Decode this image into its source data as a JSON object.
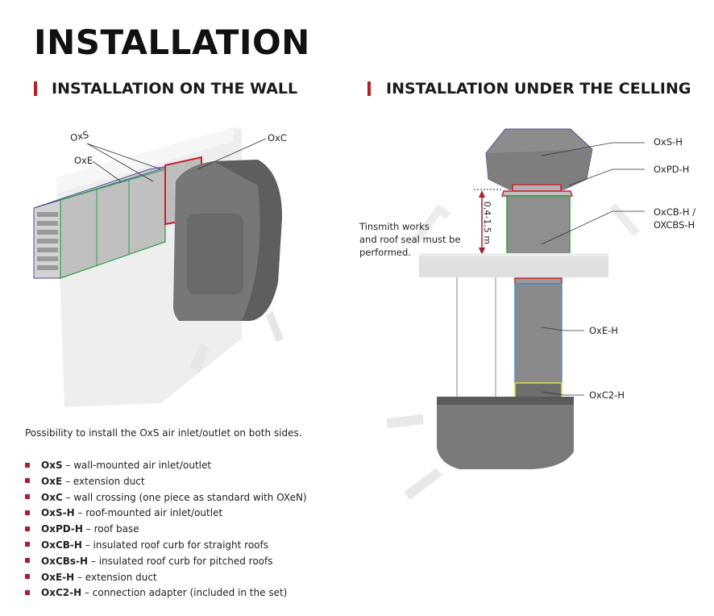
{
  "page_title": "INSTALLATION",
  "sections": {
    "wall": {
      "title": "INSTALLATION ON THE WALL"
    },
    "ceiling": {
      "title": "INSTALLATION UNDER THE CELLING"
    }
  },
  "wall_labels": {
    "oxs": "OxS",
    "oxe": "OxE",
    "oxc": "OxC"
  },
  "ceiling_labels": {
    "oxs_h": "OxS-H",
    "oxpd_h": "OxPD-H",
    "oxcb_h_line1": "OxCB-H /",
    "oxcb_h_line2": "OXCBS-H",
    "oxe_h": "OxE-H",
    "oxc2_h": "OxC2-H",
    "dimension": "0,4-1,5 m"
  },
  "note": {
    "line1": "Tinsmith works",
    "line2": "and roof seal must be",
    "line3": "performed."
  },
  "intro": "Possibility to install the OxS air inlet/outlet on both sides.",
  "legend": [
    {
      "code": "OxS",
      "desc": " – wall-mounted air inlet/outlet"
    },
    {
      "code": "OxE",
      "desc": " – extension duct"
    },
    {
      "code": "OxC",
      "desc": " – wall crossing (one piece as standard with OXeN)"
    },
    {
      "code": "OxS-H",
      "desc": " – roof-mounted air inlet/outlet"
    },
    {
      "code": "OxPD-H",
      "desc": " – roof base"
    },
    {
      "code": "OxCB-H",
      "desc": " – insulated roof curb for straight roofs"
    },
    {
      "code": "OxCBs-H",
      "desc": " – insulated roof curb for pitched roofs"
    },
    {
      "code": "OxE-H",
      "desc": " – extension duct"
    },
    {
      "code": "OxC2-H",
      "desc": " – connection adapter (included in the set)"
    }
  ],
  "colors": {
    "accent": "#b3202c",
    "green": "#2e9e4a",
    "blue": "#4a8fd8",
    "yellow": "#e0e030",
    "navy": "#4a4f9a"
  }
}
